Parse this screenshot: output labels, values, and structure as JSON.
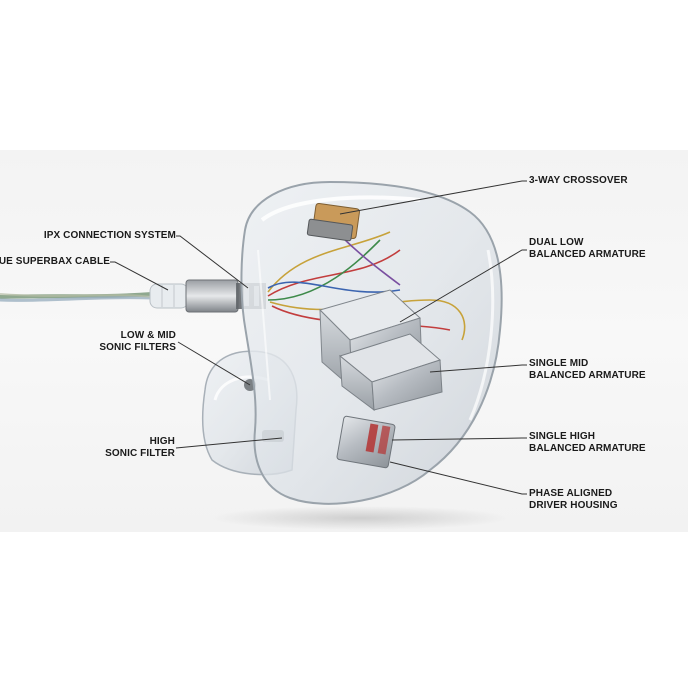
{
  "labels": {
    "ipx": [
      "IPX CONNECTION SYSTEM"
    ],
    "cable": [
      "UE SUPERBAX CABLE"
    ],
    "low_mid": [
      "LOW & MID",
      "SONIC FILTERS"
    ],
    "high_filter": [
      "HIGH",
      "SONIC FILTER"
    ],
    "crossover": [
      "3-WAY CROSSOVER"
    ],
    "dual_low": [
      "DUAL LOW",
      "BALANCED ARMATURE"
    ],
    "single_mid": [
      "SINGLE MID",
      "BALANCED ARMATURE"
    ],
    "single_high": [
      "SINGLE HIGH",
      "BALANCED ARMATURE"
    ],
    "phase": [
      "PHASE ALIGNED",
      "DRIVER HOUSING"
    ]
  },
  "colors": {
    "background": "#ffffff",
    "band": "#f5f5f5",
    "label_text": "#1a1a1a",
    "leader_line": "#333333",
    "shell": "#d4d9de",
    "armature": "#b9bec4",
    "crossover": "#c99a5a",
    "high_driver_accent": "#b43a3a"
  }
}
